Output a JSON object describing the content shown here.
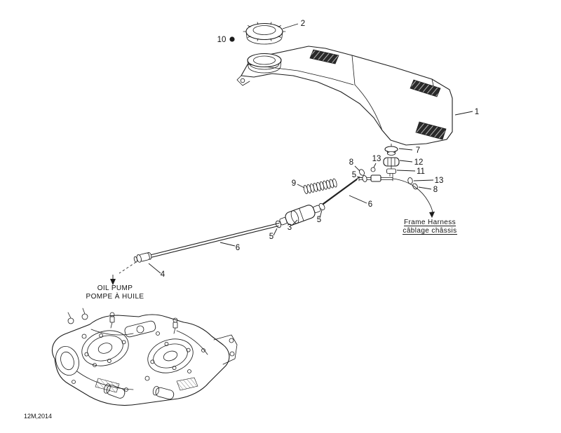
{
  "colors": {
    "background": "#ffffff",
    "line": "#1c1c1c",
    "text": "#111111"
  },
  "diagram": {
    "part_code": "12M,2014",
    "callouts": {
      "c1": "1",
      "c2": "2",
      "c3": "3",
      "c4": "4",
      "c5a": "5",
      "c5b": "5",
      "c5c": "5",
      "c6a": "6",
      "c6b": "6",
      "c7": "7",
      "c8a": "8",
      "c8b": "8",
      "c9": "9",
      "c10": "10",
      "c11": "11",
      "c12": "12",
      "c13a": "13",
      "c13b": "13"
    },
    "labels": {
      "oil_pump_en": "OIL PUMP",
      "oil_pump_fr": "POMPE À HUILE",
      "frame_harness_en": "Frame Harness",
      "frame_harness_fr": "câblage châssis"
    }
  }
}
